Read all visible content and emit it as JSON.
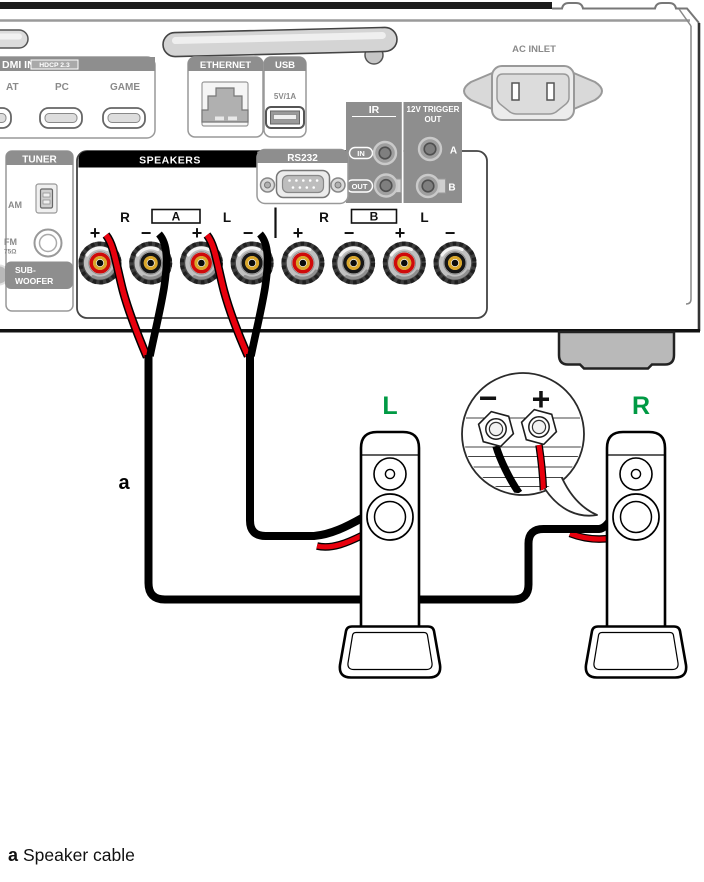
{
  "rear_panel": {
    "hdmi": {
      "header": "DMI IN",
      "hdcp_badge": "HDCP 2.3",
      "port_labels": [
        "AT",
        "PC",
        "GAME"
      ]
    },
    "ethernet": {
      "header": "ETHERNET"
    },
    "usb": {
      "header": "USB",
      "rating": "5V/1A"
    },
    "ac_inlet": {
      "label": "AC INLET"
    },
    "ir": {
      "header": "IR",
      "in_label": "IN",
      "out_label": "OUT"
    },
    "trigger": {
      "header_line1": "12V TRIGGER",
      "header_line2": "OUT",
      "jack_a": "A",
      "jack_b": "B"
    },
    "tuner": {
      "header": "TUNER",
      "am_label": "AM",
      "fm_label": "FM",
      "fm_ohm": "75Ω",
      "sub_line1": "SUB-",
      "sub_line2": "WOOFER"
    },
    "rs232": {
      "header": "RS232"
    },
    "speakers": {
      "header": "SPEAKERS",
      "group_a": {
        "left": "R",
        "box": "A",
        "right": "L"
      },
      "group_b": {
        "left": "R",
        "box": "B",
        "right": "L"
      },
      "terminal_signs": [
        "+",
        "−",
        "+",
        "−",
        "+",
        "−",
        "+",
        "−"
      ]
    }
  },
  "diagram": {
    "left_speaker_label": "L",
    "right_speaker_label": "R",
    "callout": {
      "minus": "−",
      "plus": "+"
    },
    "cable_marker": "a",
    "colors": {
      "positive_wire": "#e8000d",
      "speaker_label_green": "#009a44",
      "panel_gray": "#8e8e8e",
      "terminal_gold": "#d9a62a"
    }
  },
  "caption": {
    "marker": "a",
    "text": "Speaker cable"
  }
}
